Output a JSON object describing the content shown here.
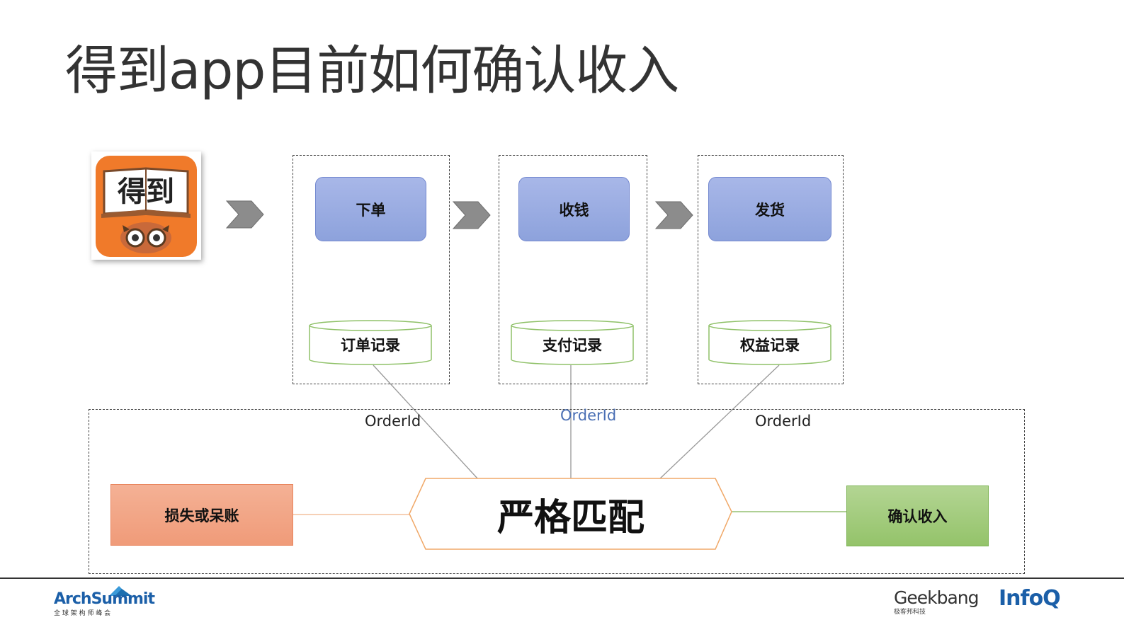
{
  "title": "得到app目前如何确认收入",
  "app_icon": {
    "label": "得到"
  },
  "steps": [
    {
      "label": "下单",
      "record": "订单记录",
      "link_label": "OrderId"
    },
    {
      "label": "收钱",
      "record": "支付记录",
      "link_label": "OrderId"
    },
    {
      "label": "发货",
      "record": "权益记录",
      "link_label": "OrderId"
    }
  ],
  "match": {
    "center": "严格匹配",
    "left": "损失或呆账",
    "right": "确认收入"
  },
  "footer": {
    "left_logo": "ArchSummit",
    "left_logo_sub": "全 球 架 构 师 峰 会",
    "right_logo_1": "Geekbang",
    "right_logo_1_sub": "极客邦科技",
    "right_logo_2": "InfoQ"
  },
  "colors": {
    "step_fill": "#9aabe2",
    "cylinder_stroke": "#8fc168",
    "match_stroke": "#f0a868",
    "loss_fill": "#f2a486",
    "confirm_fill": "#a3cc7c",
    "arrow_fill": "#8c8c8c"
  }
}
